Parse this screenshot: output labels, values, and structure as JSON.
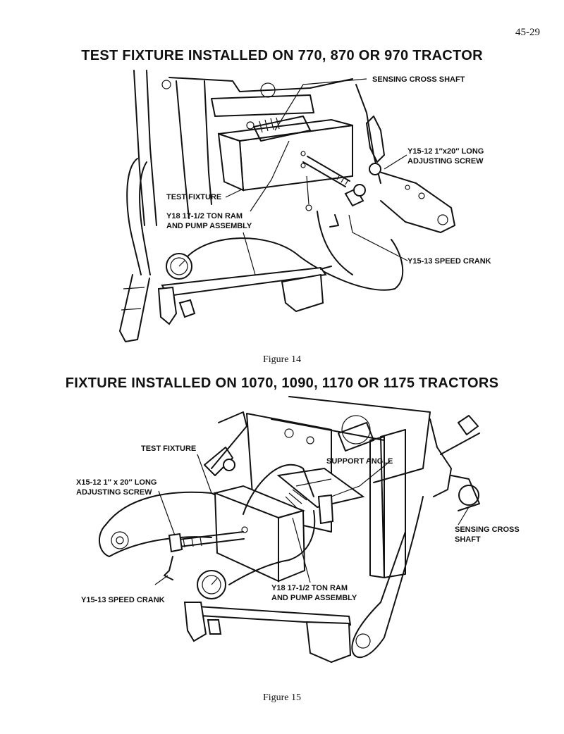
{
  "page": {
    "number": "45-29"
  },
  "figure14": {
    "heading": "TEST FIXTURE INSTALLED ON 770, 870 OR 970 TRACTOR",
    "caption": "Figure 14",
    "labels": {
      "sensing_cross_shaft": "SENSING CROSS SHAFT",
      "adjusting_screw_l1": "Y15-12 1″x20″ LONG",
      "adjusting_screw_l2": "ADJUSTING SCREW",
      "test_fixture": "TEST FIXTURE",
      "ram_l1": "Y18 17-1/2 TON RAM",
      "ram_l2": "AND PUMP ASSEMBLY",
      "speed_crank": "Y15-13 SPEED CRANK"
    }
  },
  "figure15": {
    "heading": "FIXTURE INSTALLED ON 1070, 1090, 1170 OR 1175 TRACTORS",
    "caption": "Figure 15",
    "labels": {
      "test_fixture": "TEST FIXTURE",
      "support_angle": "SUPPORT ANGLE",
      "adjusting_screw_l1": "X15-12  1″ x 20″ LONG",
      "adjusting_screw_l2": "ADJUSTING SCREW",
      "sensing_l1": "SENSING CROSS",
      "sensing_l2": "SHAFT",
      "speed_crank": "Y15-13 SPEED CRANK",
      "ram_l1": "Y18 17-1/2 TON RAM",
      "ram_l2": "AND PUMP ASSEMBLY"
    }
  }
}
